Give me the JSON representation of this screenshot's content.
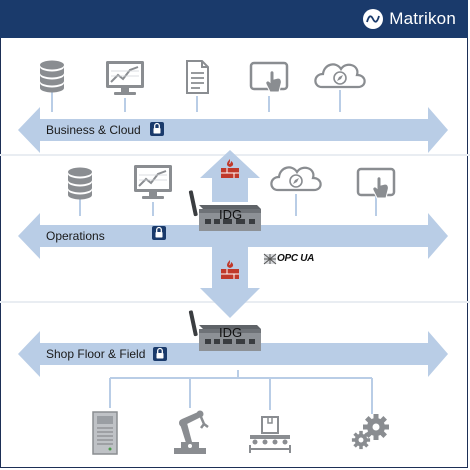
{
  "brand": {
    "name": "Matrikon",
    "icon": "matrikon-logo-icon"
  },
  "layers": [
    {
      "label": "Business & Cloud",
      "icons": [
        "database-icon",
        "monitor-chart-icon",
        "document-icon",
        "tablet-touch-icon",
        "cloud-compass-icon"
      ]
    },
    {
      "label": "Operations",
      "icons": [
        "database-icon",
        "monitor-chart-icon",
        "cloud-compass-icon",
        "tablet-touch-icon"
      ]
    },
    {
      "label": "Shop Floor & Field",
      "icons": [
        "plc-controller-icon",
        "robot-arm-icon",
        "conveyor-box-icon",
        "gears-icon"
      ]
    }
  ],
  "gateways": [
    {
      "label": "IDG"
    },
    {
      "label": "IDG"
    }
  ],
  "protocol": {
    "label": "OPC UA",
    "icon": "opc-logo-icon"
  },
  "colors": {
    "header": "#1a3a6b",
    "arrow": "#b9cde6",
    "icon_gray": "#8a8d91",
    "firewall_red": "#c0392b"
  }
}
